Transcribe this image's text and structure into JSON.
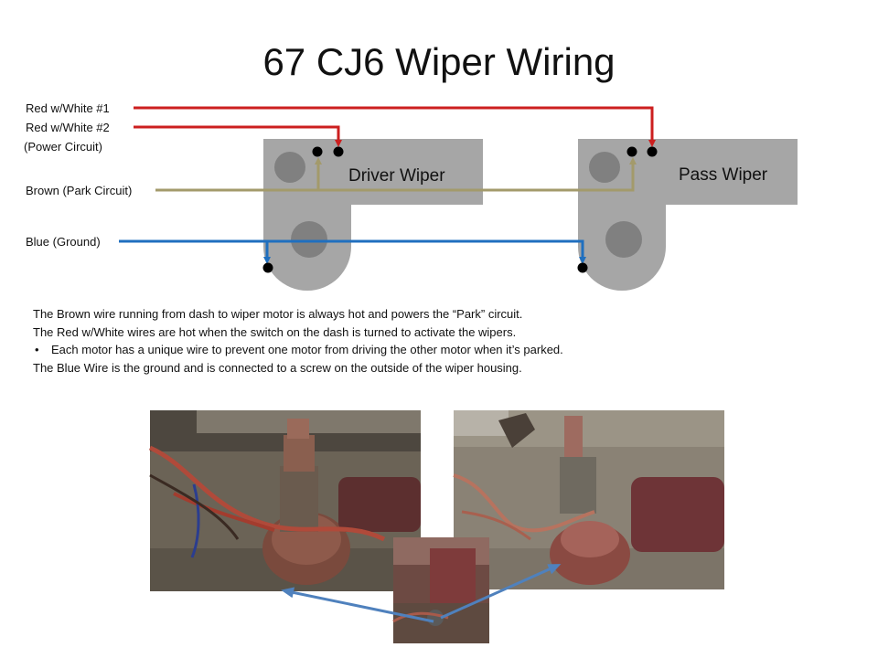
{
  "title": "67 CJ6 Wiper Wiring",
  "wires": {
    "red1": "Red w/White #1",
    "red2": "Red w/White #2",
    "power": "(Power Circuit)",
    "brown": "Brown (Park Circuit)",
    "blue": "Blue (Ground)"
  },
  "motors": {
    "driver": "Driver Wiper",
    "pass": "Pass Wiper"
  },
  "notes": {
    "line1": "The Brown wire running from dash to wiper motor is always hot and powers the “Park” circuit.",
    "line2": "The Red w/White wires are hot when the switch on the dash is turned to activate the wipers.",
    "bullet_symbol": "•",
    "line3": "Each motor has a unique wire to prevent one motor from driving the other motor when it’s parked.",
    "line4": "The Blue Wire is the ground and is connected to a screw on the outside of the wiper housing."
  },
  "colors": {
    "red_wire": "#cc1f1f",
    "brown_wire": "#a39a6b",
    "blue_wire": "#1f6fbf",
    "motor_body": "#a6a6a6",
    "motor_circle": "#808080",
    "callout_arrow": "#4f81bd"
  }
}
